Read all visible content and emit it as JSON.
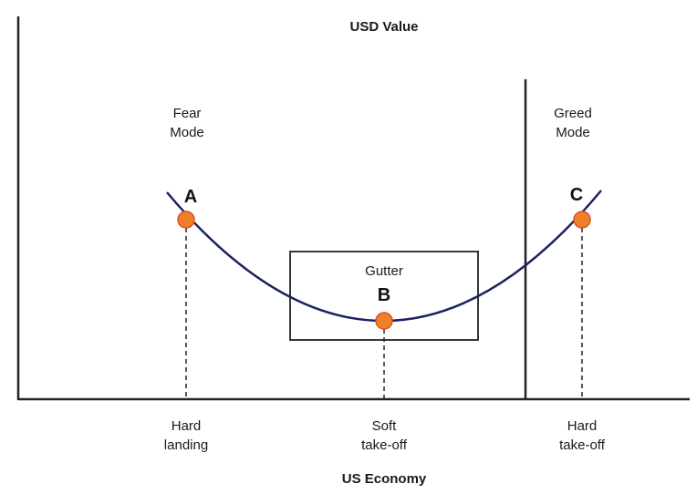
{
  "title": "USD Value",
  "x_axis_label": "US Economy",
  "regions": {
    "fear": [
      "Fear",
      "Mode"
    ],
    "greed": [
      "Greed",
      "Mode"
    ],
    "gutter": "Gutter"
  },
  "points": [
    {
      "id": "A",
      "outcome": [
        "Hard",
        "landing"
      ]
    },
    {
      "id": "B",
      "outcome": [
        "Soft",
        "take-off"
      ]
    },
    {
      "id": "C",
      "outcome": [
        "Hard",
        "take-off"
      ]
    }
  ],
  "colors": {
    "curve": "#1a2160",
    "point_fill": "#f07f2a",
    "point_stroke": "#d9531e",
    "axis": "#222222"
  }
}
